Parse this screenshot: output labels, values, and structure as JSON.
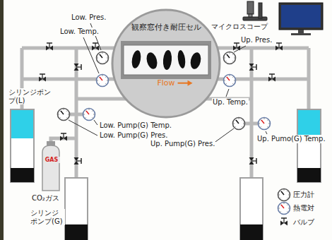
{
  "diagram": {
    "nodes": [
      {
        "text": [
          "観察窓付き耐圧セル",
          "Flow"
        ]
      }
    ],
    "labels": [
      "マイクロスコープ",
      "Low. Pres.",
      "Low. Temp.",
      "Up. Pres.",
      "Up. Temp.",
      "シリンジポンプ(L)",
      "Low. Pump(G) Temp.",
      "Low. Pump(G) Pres.",
      "Up. Pump(G) Pres.",
      "Up. Pumo(G) Temp.",
      "GAS",
      "CO₂ガス",
      "シリンジポンプ(G)"
    ],
    "legend": [
      {
        "text": "圧力計"
      },
      {
        "text": "熱電対"
      },
      {
        "text": "バルブ"
      }
    ]
  }
}
